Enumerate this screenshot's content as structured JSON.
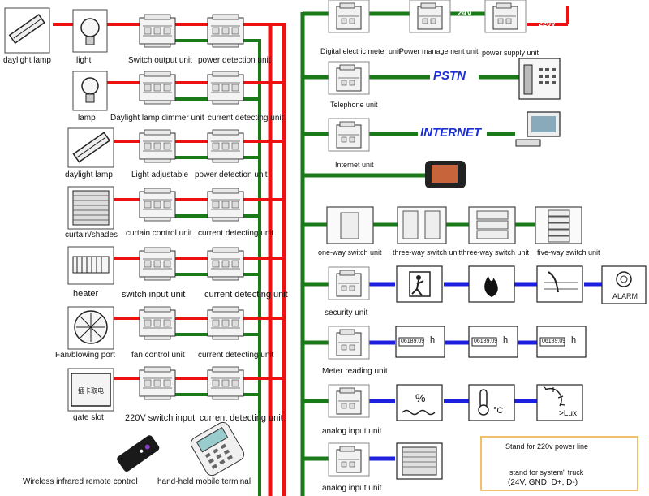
{
  "left_column": {
    "devices": [
      "daylight lamp",
      "light",
      "lamp",
      "daylight lamp",
      "curtain/shades",
      "heater",
      "Fan/blowing port",
      "gate slot"
    ],
    "controllers": [
      "Switch output unit",
      "Daylight lamp dimmer unit",
      "Light adjustable",
      "curtain control unit",
      "switch input unit",
      "fan control unit",
      "220V switch input"
    ],
    "detectors": [
      "power detection unit",
      "current detecting unit",
      "power detection unit",
      "current detecting unit",
      "current detecting unit",
      "current detecting unit",
      "current detecting unit"
    ],
    "remote": "Wireless infrared remote control",
    "handheld": "hand-held mobile terminal",
    "gate_card_text": "插卡取电"
  },
  "top_row": {
    "meter": "Digital electric meter unit",
    "power_mgmt": "Power management unit",
    "supply": "power supply unit",
    "v24": "24V",
    "v220": "220V"
  },
  "network": {
    "telephone_unit": "Telephone unit",
    "pstn": "PSTN",
    "internet_unit": "Internet unit",
    "internet": "INTERNET"
  },
  "switches": {
    "one_way": "one-way switch unit",
    "three_way_a": "three-way switch unit",
    "three_way_b": "three-way switch unit",
    "five_way": "five-way switch unit"
  },
  "security": {
    "unit": "security unit",
    "alarm": "ALARM"
  },
  "meter_reading": {
    "unit": "Meter reading unit",
    "reading": "06189,09",
    "unit_h": "h"
  },
  "analog1": {
    "unit": "analog input unit",
    "humidity": "%",
    "temp": "°C",
    "lux": ">Lux"
  },
  "analog2": {
    "unit": "analog input unit"
  },
  "legend": {
    "red": "Stand for 220v power line",
    "green": "stand for system\" truck",
    "green_detail": "(24V, GND, D+, D-)"
  },
  "colors": {
    "power_line": "#ee1111",
    "system_bus": "#1a7a1a",
    "signal": "#1f1fe0",
    "legend_border": "#f2c06a",
    "text_blue": "#1c2fd6"
  }
}
